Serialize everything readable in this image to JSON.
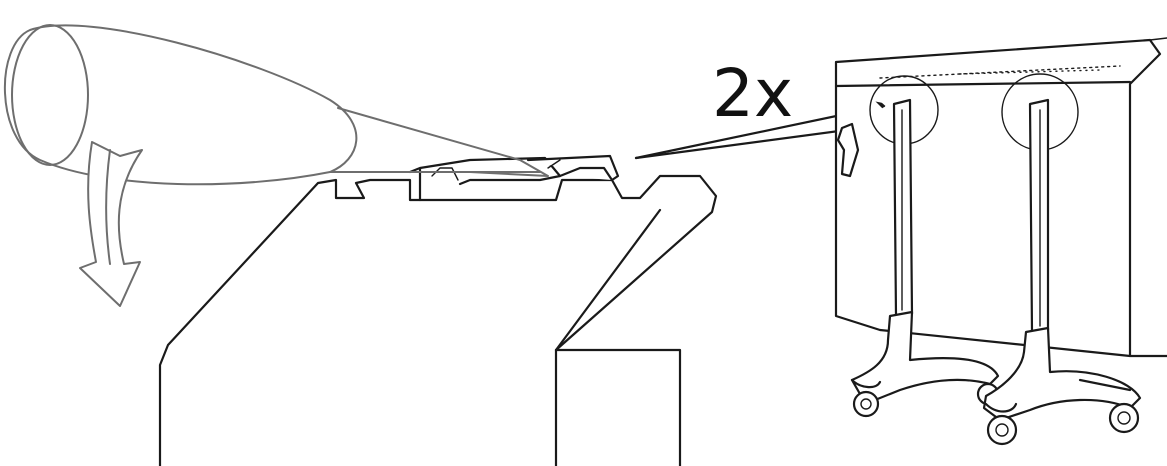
{
  "callout": {
    "multiplier_label": "2x"
  },
  "illustration": {
    "parts": [
      "magnifier-lens",
      "rotation-arrow-down",
      "stand-top-bracket",
      "display-panel",
      "stand-pole-left",
      "stand-pole-right",
      "stand-base-left",
      "stand-base-right",
      "caster-wheel"
    ]
  }
}
